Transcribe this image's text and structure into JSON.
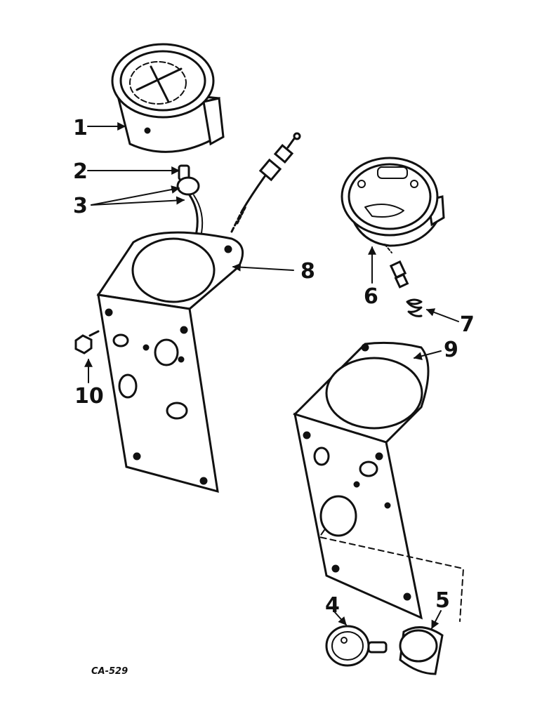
{
  "callouts": {
    "c1": "1",
    "c2": "2",
    "c3": "3",
    "c4": "4",
    "c5": "5",
    "c6": "6",
    "c7": "7",
    "c8": "8",
    "c9": "9",
    "c10": "10"
  },
  "figure_code": "CA-529"
}
